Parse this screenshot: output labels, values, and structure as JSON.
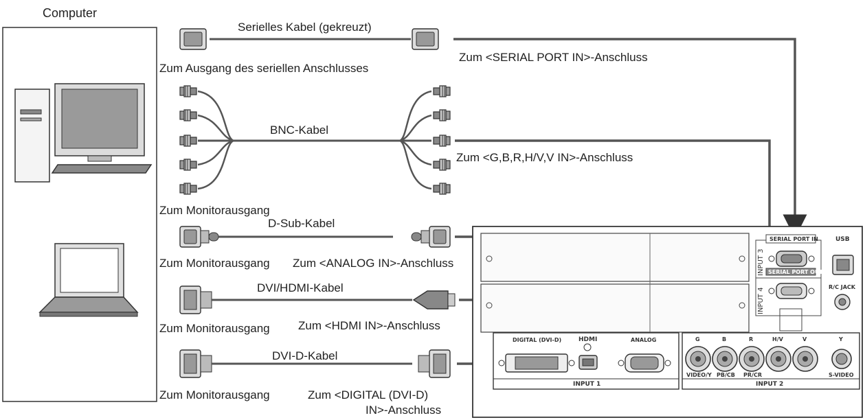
{
  "computer_title": "Computer",
  "icons": {
    "desktop": "desktop-computer-icon",
    "laptop": "laptop-icon"
  },
  "cables": {
    "serial": {
      "name": "Serielles Kabel (gekreuzt)",
      "source": "Zum Ausgang des seriellen Anschlusses",
      "target": "Zum <SERIAL PORT IN>-Anschluss"
    },
    "bnc": {
      "name": "BNC-Kabel",
      "source": "Zum Monitorausgang",
      "target": "Zum <G,B,R,H/V,V IN>-Anschluss"
    },
    "dsub": {
      "name": "D-Sub-Kabel",
      "source": "Zum Monitorausgang",
      "target": "Zum <ANALOG IN>-Anschluss"
    },
    "dvihdmi": {
      "name": "DVI/HDMI-Kabel",
      "source": "Zum Monitorausgang",
      "target": "Zum <HDMI IN>-Anschluss"
    },
    "dvid": {
      "name": "DVI-D-Kabel",
      "source": "Zum Monitorausgang",
      "target_line1": "Zum <DIGITAL (DVI-D)",
      "target_line2": "IN>-Anschluss"
    }
  },
  "panel": {
    "serial_port_in": "SERIAL PORT IN",
    "serial_port_out": "SERIAL PORT OUT",
    "usb": "USB",
    "rc_jack": "R/C JACK",
    "input3": "INPUT 3",
    "input4": "INPUT 4",
    "digital_dvi": "DIGITAL (DVI-D)",
    "hdmi": "HDMI",
    "analog": "ANALOG",
    "input1": "INPUT 1",
    "input2": "INPUT 2",
    "bnc_top": [
      "G",
      "B",
      "R",
      "H/V",
      "V"
    ],
    "bnc_bottom": [
      "VIDEO/Y",
      "PB/CB",
      "PR/CR",
      "",
      ""
    ],
    "y_label": "Y",
    "svideo": "S-VIDEO"
  },
  "colors": {
    "cable": "#555555",
    "line": "#333333",
    "connector": "#888888"
  }
}
